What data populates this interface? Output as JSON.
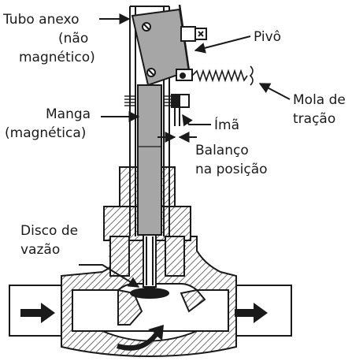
{
  "labels": {
    "tubo_line1": "Tubo anexo",
    "tubo_line2": "(não",
    "tubo_line3": "magnético)",
    "pivo": "Pivô",
    "mola_line1": "Mola de",
    "mola_line2": "tração",
    "manga_line1": "Manga",
    "manga_line2": "(magnética)",
    "ima": "Ímã",
    "balanco_line1": "Balanço",
    "balanco_line2": "na posição",
    "disco_line1": "Disco de",
    "disco_line2": "vazão"
  },
  "colors": {
    "ink": "#1a1a1a",
    "sleeve_gray": "#a6a6a6",
    "hatch": "#333333",
    "background": "#ffffff"
  }
}
